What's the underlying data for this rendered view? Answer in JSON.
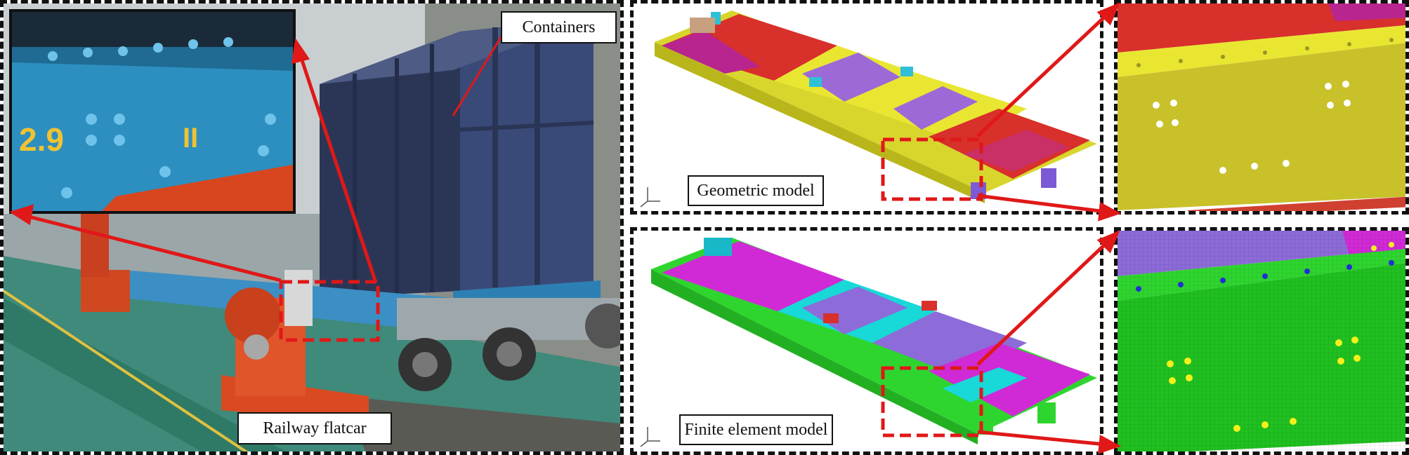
{
  "labels": {
    "containers": "Containers",
    "railway_flatcar": "Railway flatcar",
    "geometric_model": "Geometric model",
    "finite_element_model": "Finite element model"
  },
  "photo_inset": {
    "text_number": "2.9",
    "text_mark": "II"
  },
  "colors": {
    "arrow_red": "#e01818",
    "container_navy": "#2e3a5e",
    "steel_blue": "#2f95c8",
    "flatcar_orange": "#e0522a",
    "geo_yellow": "#e9e632",
    "geo_red": "#d8302b",
    "geo_magenta": "#b8258e",
    "geo_purple": "#9c6ad6",
    "fe_green": "#2fd52f",
    "fe_magenta": "#d02ad6",
    "fe_cyan": "#18d8d8",
    "fe_lavender": "#8d6bd8"
  }
}
